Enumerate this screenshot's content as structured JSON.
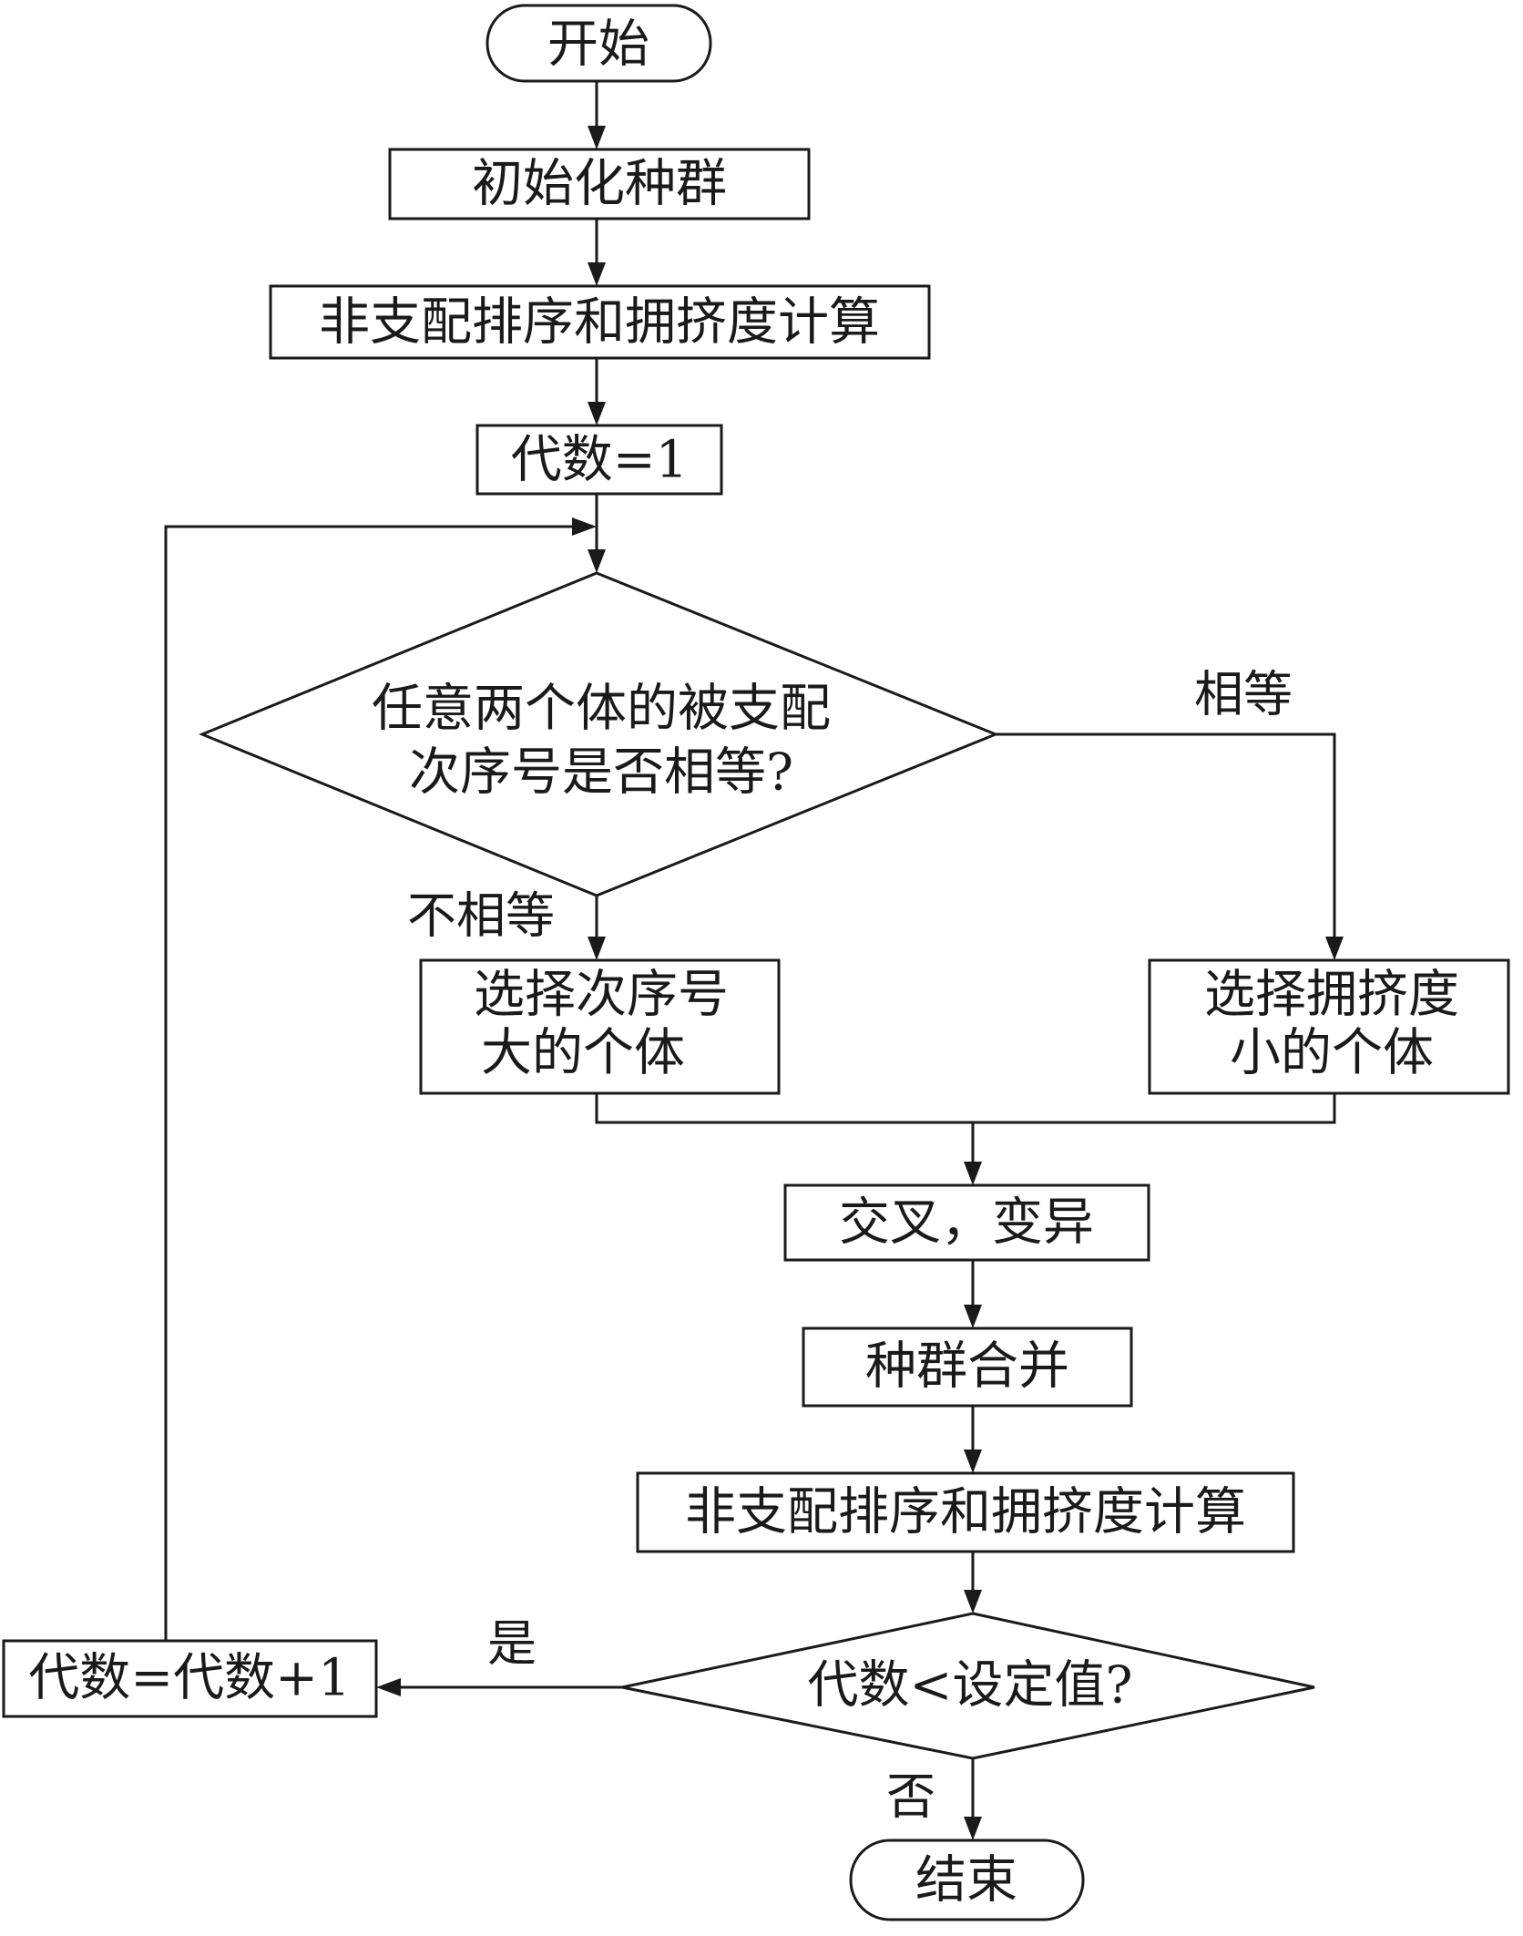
{
  "nodes": {
    "start": "开始",
    "init_population": "初始化种群",
    "sort_crowding_1": "非支配排序和拥挤度计算",
    "gen_init": "代数=1",
    "decision_rank_line1": "任意两个体的被支配",
    "decision_rank_line2": "次序号是否相等?",
    "select_rank_line1": "选择次序号",
    "select_rank_line2": "大的个体",
    "select_crowding_line1": "选择拥挤度",
    "select_crowding_line2": "小的个体",
    "crossover_mutation": "交叉，变异",
    "merge_population": "种群合并",
    "sort_crowding_2": "非支配排序和拥挤度计算",
    "decision_generation": "代数<设定值?",
    "gen_increment": "代数=代数+1",
    "end": "结束"
  },
  "edge_labels": {
    "equal": "相等",
    "not_equal": "不相等",
    "yes": "是",
    "no": "否"
  },
  "colors": {
    "stroke": "#1a1a1a",
    "background": "#ffffff"
  }
}
